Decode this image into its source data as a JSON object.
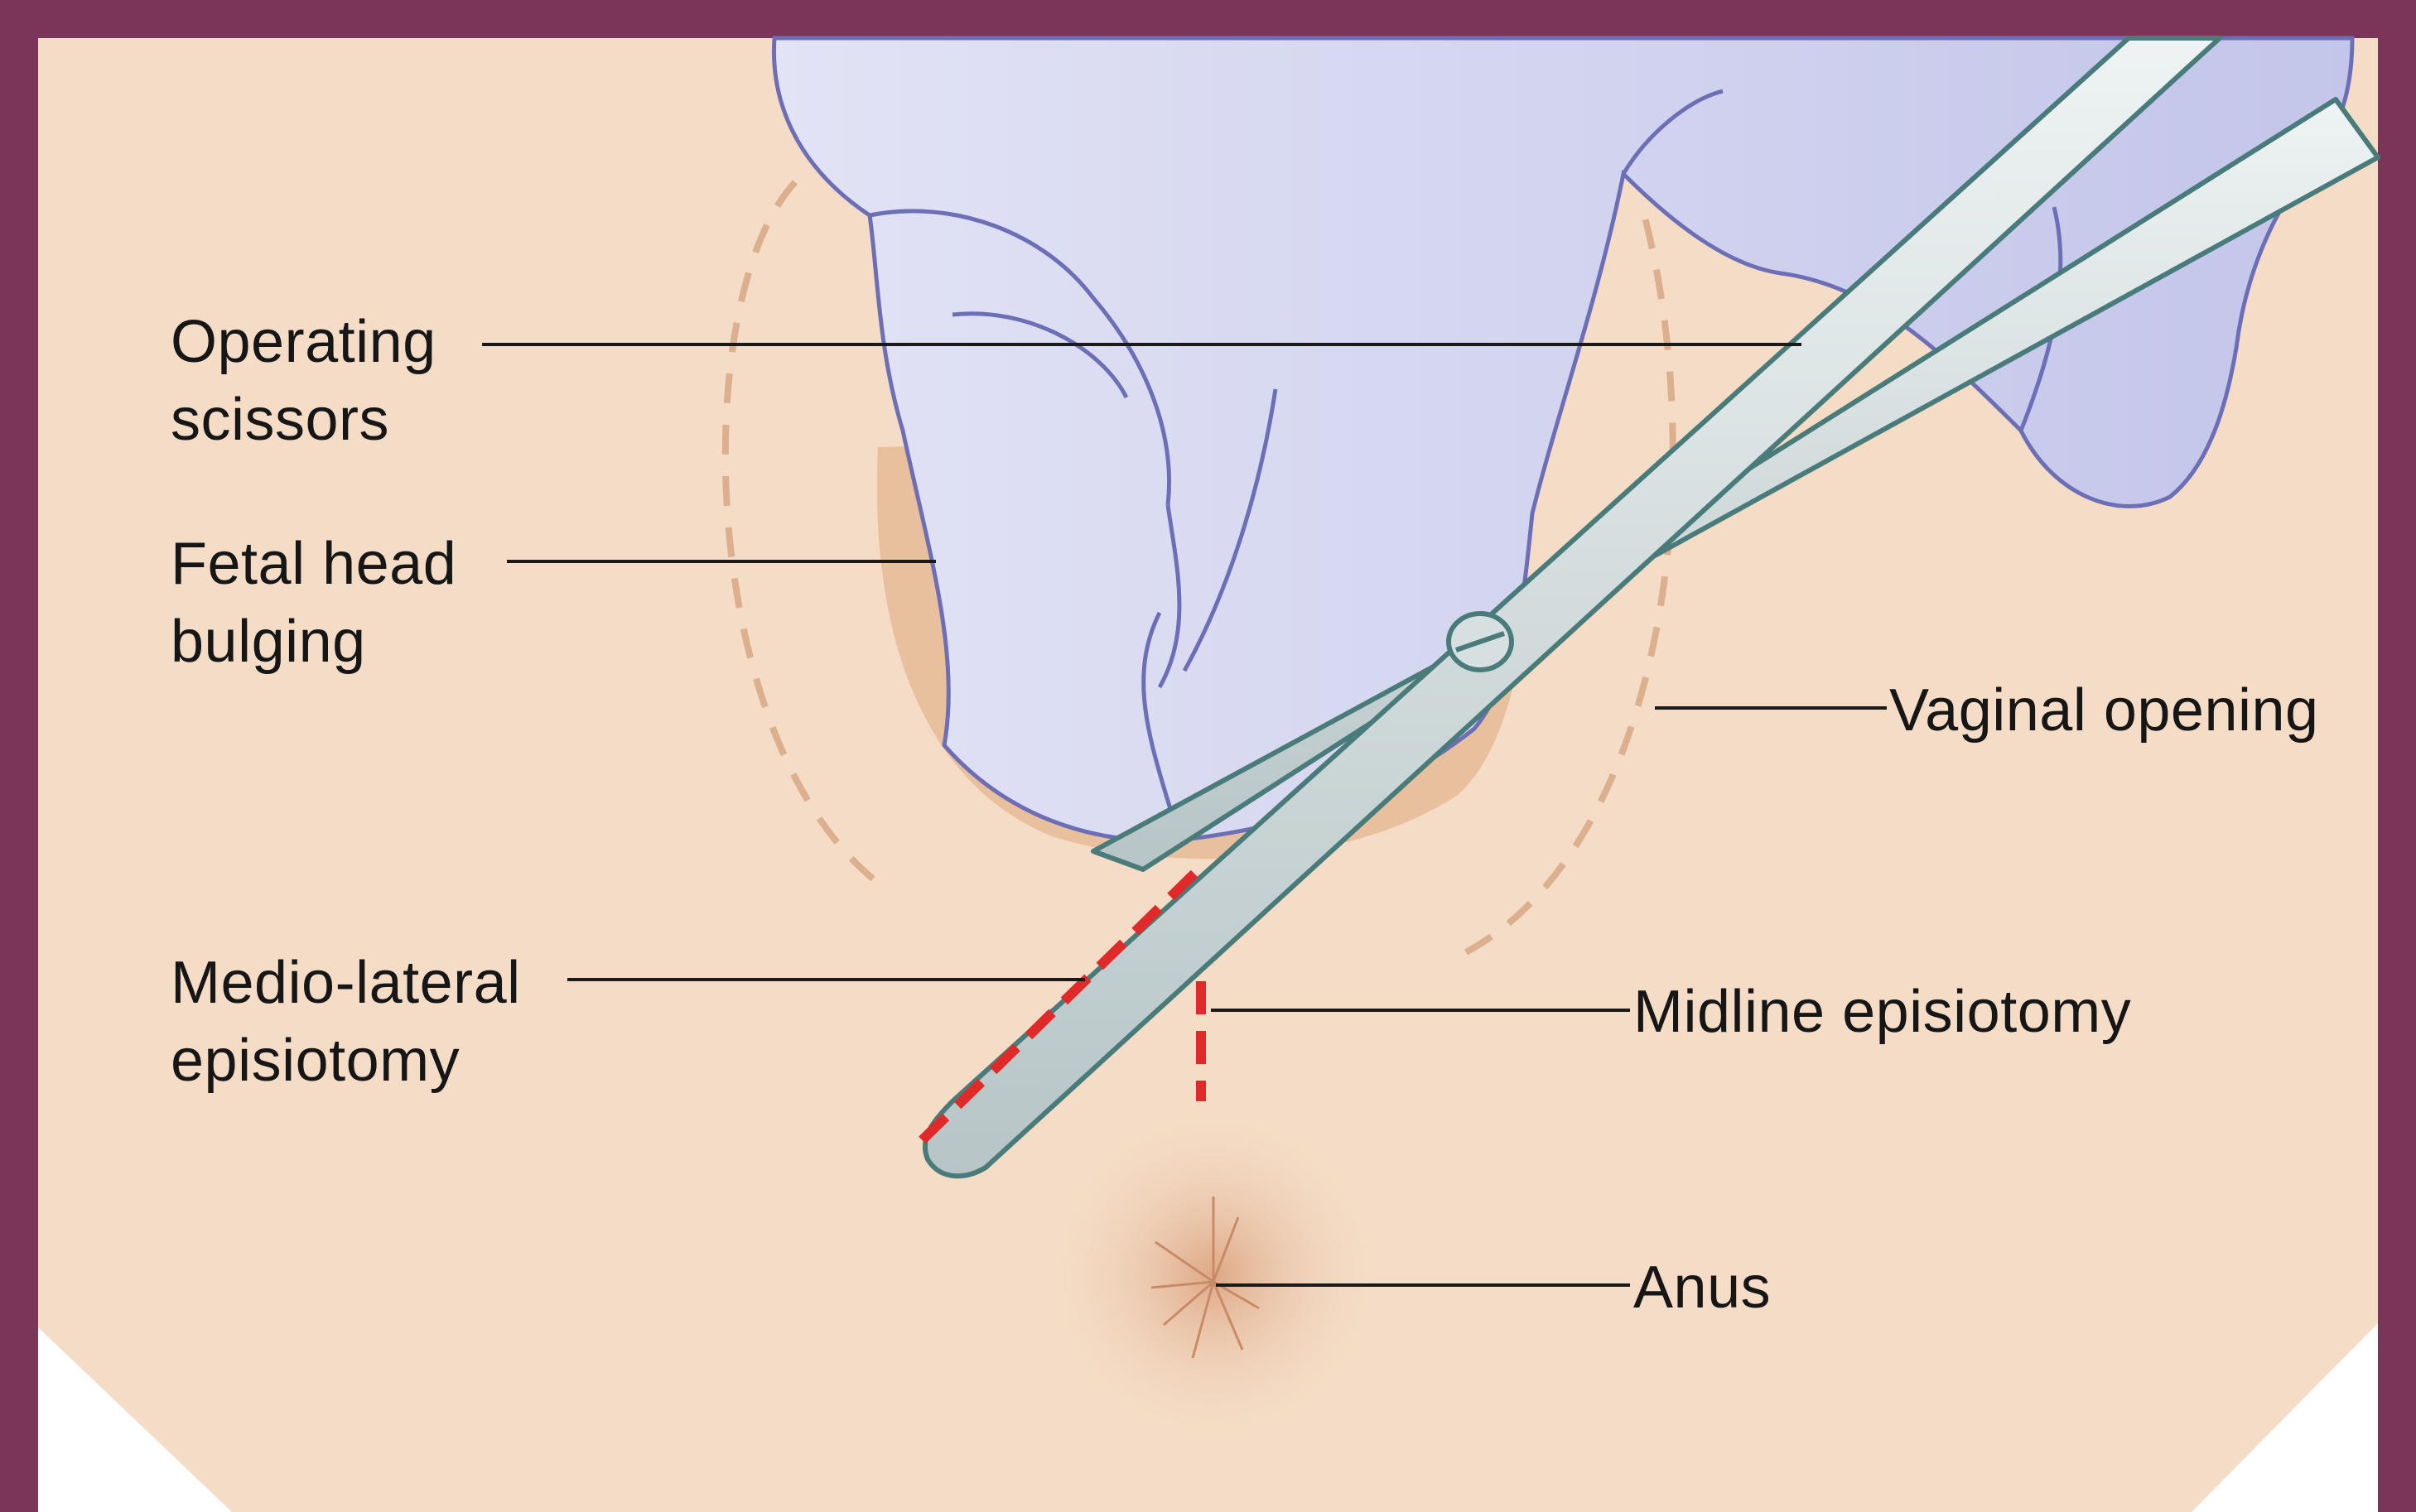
{
  "labels": {
    "operating_scissors": [
      "Operating",
      "scissors"
    ],
    "fetal_head": [
      "Fetal head",
      "bulging"
    ],
    "vaginal_opening": "Vaginal opening",
    "mediolateral": [
      "Medio-lateral",
      "episiotomy"
    ],
    "midline": "Midline episiotomy",
    "anus": "Anus"
  },
  "colors": {
    "frame": "#7a3558",
    "skin": "#f4dcc6",
    "glove": "#d4d6ef",
    "glove_outline": "#6d6fb6",
    "scissors": "#c9d3d5",
    "scissors_outline": "#4a7b7b",
    "incision": "#e02a2a",
    "dashed_outline": "#dcb08f",
    "leader": "#1a1a1a",
    "white": "#ffffff"
  }
}
